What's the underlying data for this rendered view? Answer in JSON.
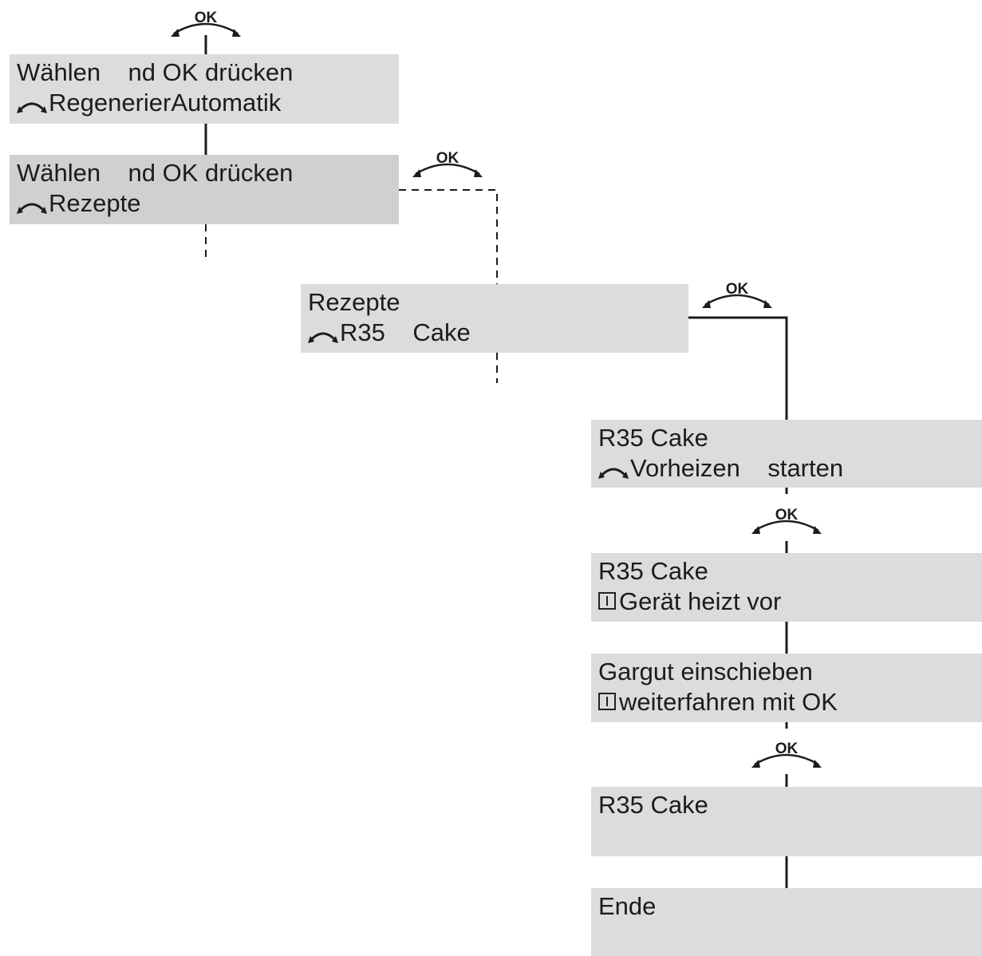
{
  "ok_label": "OK",
  "boxes": {
    "b1": {
      "line1": "Wählen    nd OK drücken",
      "line2": "RegenerierAutomatik"
    },
    "b2": {
      "line1": "Wählen    nd OK drücken",
      "line2": "Rezepte"
    },
    "b3": {
      "line1": "Rezepte",
      "line2": "R35    Cake"
    },
    "b4": {
      "line1": "R35 Cake",
      "line2": "Vorheizen    starten"
    },
    "b5": {
      "line1": "R35 Cake",
      "line2": "Gerät heizt vor"
    },
    "b6": {
      "line1": "Gargut einschieben",
      "line2": "weiterfahren mit OK"
    },
    "b7": {
      "line1": "R35 Cake",
      "line2": ""
    },
    "b8": {
      "line1": "Ende",
      "line2": ""
    }
  },
  "icons": {
    "rotary": "rotary-knob-icon",
    "info": "info-icon",
    "ok_turn": "ok-turn-icon"
  },
  "colors": {
    "box": "#dcdcdc",
    "box_dark": "#d0d0d0",
    "line": "#1c1c1c"
  }
}
